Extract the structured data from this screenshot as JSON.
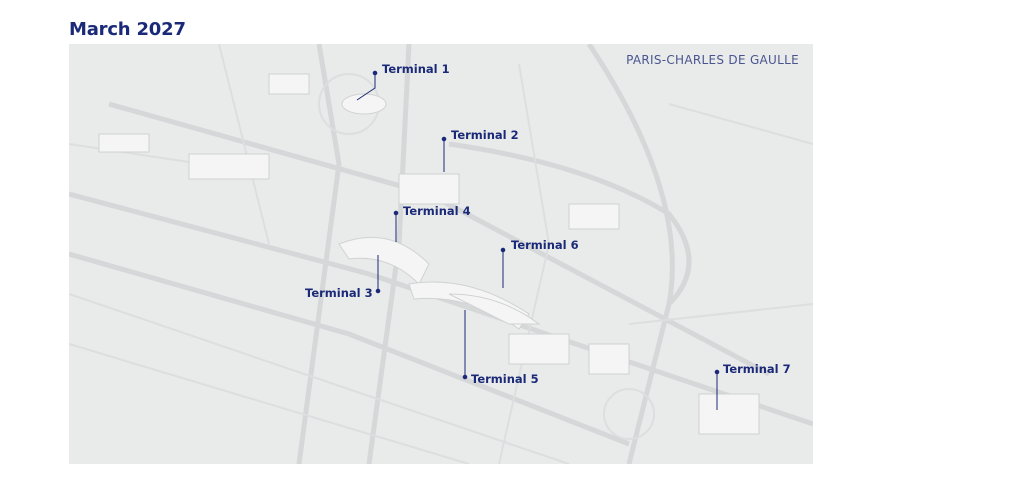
{
  "title": "March 2027",
  "map": {
    "airport_name": "PARIS-CHARLES DE GAULLE",
    "terminals": [
      {
        "label": "Terminal 1"
      },
      {
        "label": "Terminal 2"
      },
      {
        "label": "Terminal 3"
      },
      {
        "label": "Terminal 4"
      },
      {
        "label": "Terminal 5"
      },
      {
        "label": "Terminal 6"
      },
      {
        "label": "Terminal 7"
      }
    ],
    "colors": {
      "label": "#1b2a78",
      "background": "#e9eaea",
      "roads": "#d6d8d9",
      "buildings": "#f4f4f4"
    }
  }
}
